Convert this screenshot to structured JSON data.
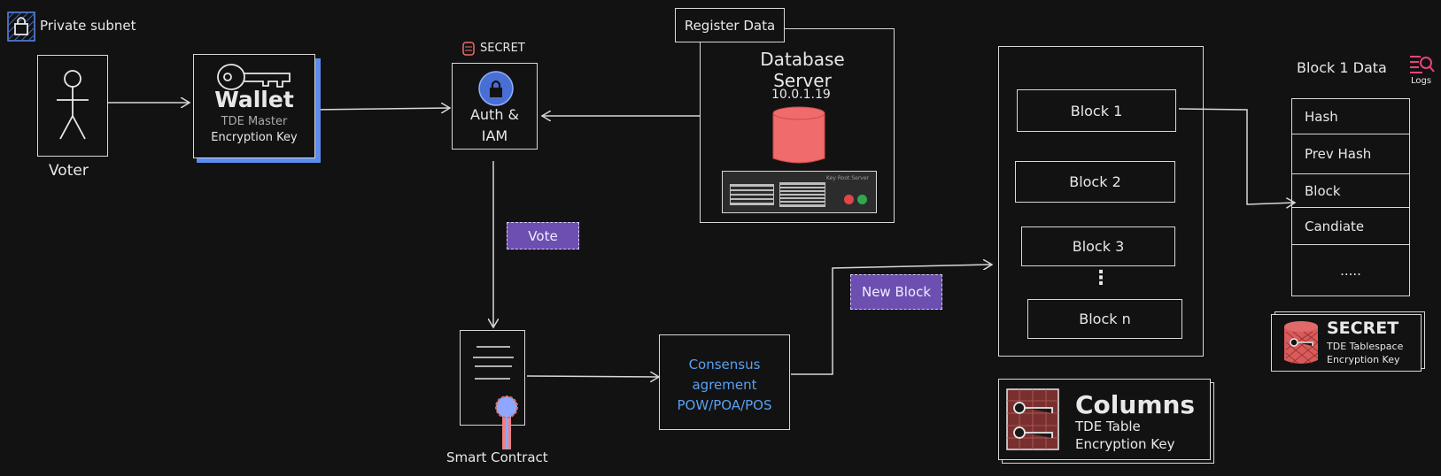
{
  "subnet": {
    "label": "Private subnet"
  },
  "voter": {
    "label": "Voter"
  },
  "wallet": {
    "title": "Wallet",
    "line1": "TDE Master",
    "line2": "Encryption Key"
  },
  "auth": {
    "secret_label": "SECRET",
    "line1": "Auth &",
    "line2": "IAM"
  },
  "database": {
    "tab": "Register Data",
    "line1": "Database",
    "line2": "Server",
    "ip": "10.0.1.19",
    "rack_text": "Key Root Server"
  },
  "vote_tag": "Vote",
  "new_block_tag": "New Block",
  "contract": {
    "label": "Smart Contract"
  },
  "consensus": {
    "line1": "Consensus",
    "line2": "agrement",
    "line3": "POW/POA/POS"
  },
  "chain": {
    "blocks": [
      "Block 1",
      "Block 2",
      "Block 3",
      "Block n"
    ],
    "ellipsis": "⋮"
  },
  "block_data": {
    "title": "Block 1 Data",
    "logs": "Logs",
    "rows": [
      "Hash",
      "Prev Hash",
      "Block",
      "Candiate",
      "....."
    ]
  },
  "tablespace_key": {
    "title": "SECRET",
    "line1": "TDE Tablespace",
    "line2": "Encryption Key"
  },
  "columns_key": {
    "title": "Columns",
    "line1": "TDE Table",
    "line2": "Encryption Key"
  },
  "colors": {
    "accent_blue": "#5b8def",
    "db_red": "#f06b6b",
    "tag_purple": "#6c4fb0",
    "logs_pink": "#e8457a",
    "consensus_text": "#5aa0f2"
  }
}
